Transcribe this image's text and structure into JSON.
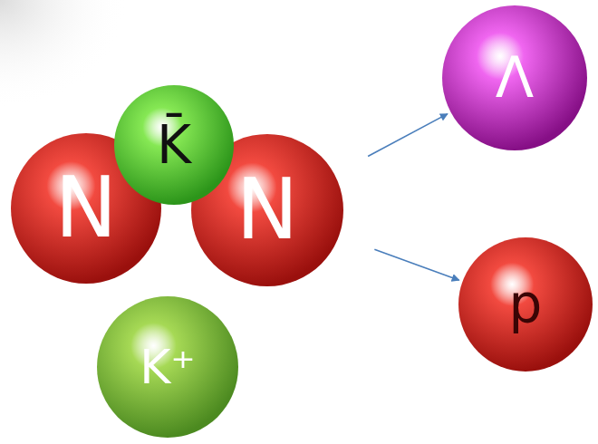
{
  "diagram": {
    "nodes": [
      {
        "text": [
          "N"
        ]
      },
      {
        "text": [
          "K̄"
        ]
      },
      {
        "text": [
          "N"
        ]
      },
      {
        "text": [
          "Λ"
        ]
      },
      {
        "text": [
          "p"
        ]
      },
      {
        "text": [
          "K⁺"
        ]
      }
    ],
    "edges": [
      {
        "from": 2,
        "to": 3,
        "arrow": "to"
      },
      {
        "from": 2,
        "to": 4,
        "arrow": "to"
      }
    ]
  }
}
